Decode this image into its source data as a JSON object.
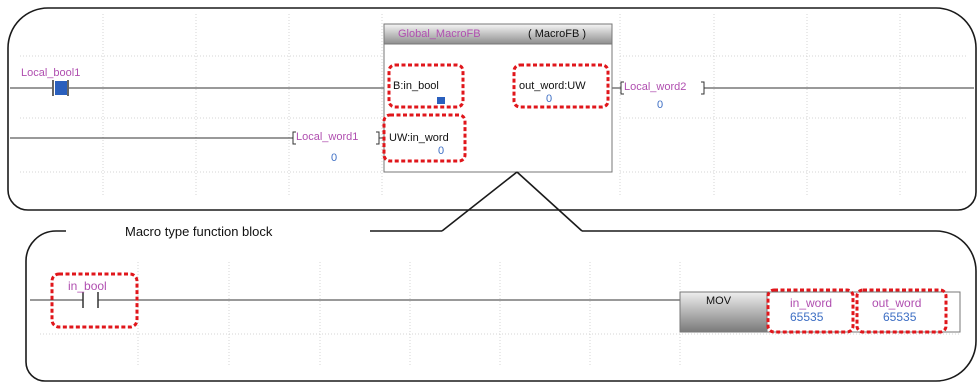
{
  "colors": {
    "variable": "#b04fb0",
    "value": "#3e6fc4",
    "contact_fill": "#2a5fbd",
    "highlight": "#e0161b",
    "grid": "#d0d0d0"
  },
  "top_panel": {
    "contact_label": "Local_bool1",
    "fb_title": "Global_MacroFB",
    "fb_type": "( MacroFB )",
    "pin_in_bool": "B:in_bool",
    "pin_out_word": "out_word:UW",
    "out_word_value": "0",
    "pin_in_word": "UW:in_word",
    "in_word_value": "0",
    "local_word2_label": "Local_word2",
    "local_word2_value": "0",
    "local_word1_label": "Local_word1",
    "local_word1_value": "0"
  },
  "bottom_panel": {
    "caption": "Macro type function block",
    "contact_label": "in_bool",
    "instruction": "MOV",
    "source_label": "in_word",
    "source_value": "65535",
    "dest_label": "out_word",
    "dest_value": "65535"
  }
}
